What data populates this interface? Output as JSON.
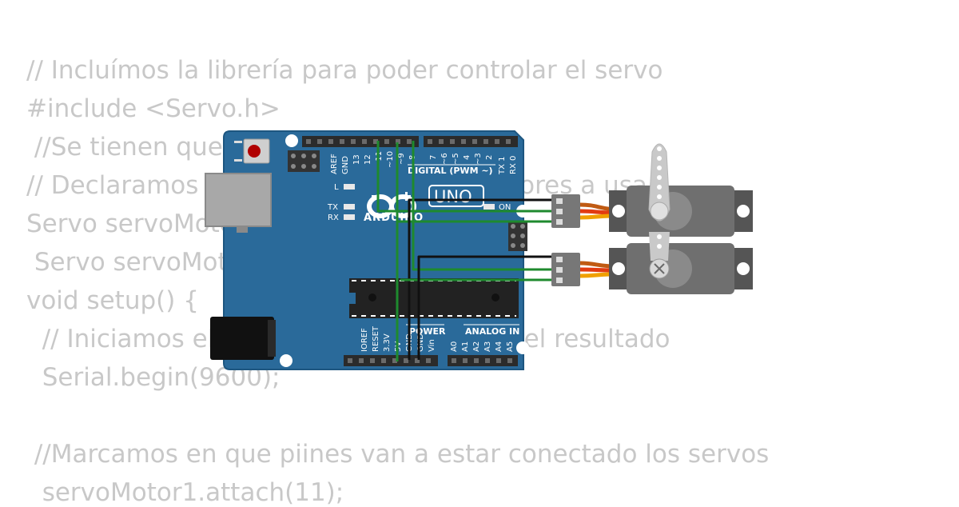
{
  "code_lines": [
    "// Incluímos la librería para poder controlar el servo",
    "#include <Servo.h>",
    " //Se tienen que",
    "// Declaramos c",
    "Servo servoMoto",
    " Servo servoMoto",
    "void setup() {",
    "  // Iniciamos el",
    "  Serial.begin(9600);",
    "",
    " //Marcamos en que piines van a estar conectado los servos",
    "  servoMotor1.attach(11);"
  ],
  "code_fragments": {
    "line4_tail": "tores a usa",
    "line8_tail": "r el resultado"
  },
  "board": {
    "brand": "ARDUINO",
    "model": "UNO",
    "digital_label": "DIGITAL (PWM ~)",
    "power_label": "POWER",
    "analog_label": "ANALOG IN",
    "on_label": "ON",
    "l_label": "L",
    "tx_label": "TX",
    "rx_label": "RX",
    "top_pins": [
      "AREF",
      "GND",
      "13",
      "12",
      "~11",
      "~10",
      "~9",
      "8",
      "7",
      "~6",
      "~5",
      "4",
      "~3",
      "2",
      "TX 1",
      "RX 0"
    ],
    "power_pins": [
      "IOREF",
      "RESET",
      "3.3V",
      "5V",
      "GND",
      "GND",
      "Vin"
    ],
    "analog_pins": [
      "A0",
      "A1",
      "A2",
      "A3",
      "A4",
      "A5"
    ]
  },
  "colors": {
    "code_text": "#c8c8c8",
    "pcb": "#2a6a9a",
    "wire_signal": "#1e8a2e",
    "wire_ground": "#111111",
    "servo_body": "#6f6f6f",
    "servo_horn": "#c9c9c9"
  },
  "components": [
    "arduino-uno",
    "servo-motor",
    "servo-motor"
  ]
}
